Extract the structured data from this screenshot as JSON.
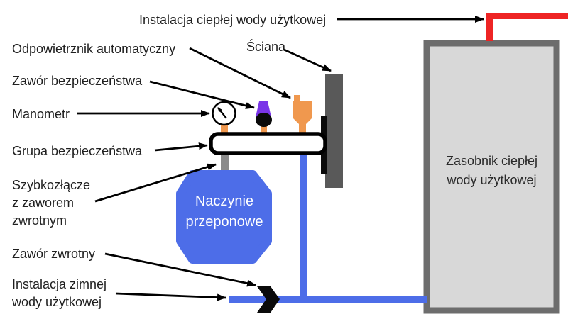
{
  "diagram": {
    "hot_water_label": "Instalacja ciepłej wody użytkowej",
    "wall_label": "Ściana",
    "air_vent_label": "Odpowietrznik automatyczny",
    "safety_valve_label": "Zawór bezpieczeństwa",
    "manometer_label": "Manometr",
    "safety_group_label": "Grupa bezpieczeństwa",
    "quick_coupling_label_line1": "Szybkozłącze",
    "quick_coupling_label_line2": "z zaworem",
    "quick_coupling_label_line3": "zwrotnym",
    "check_valve_label": "Zawór zwrotny",
    "cold_water_label_line1": "Instalacja zimnej",
    "cold_water_label_line2": "wody użytkowej",
    "expansion_vessel_line1": "Naczynie",
    "expansion_vessel_line2": "przeponowe",
    "tank_line1": "Zasobnik ciepłej",
    "tank_line2": "wody użytkowej",
    "colors": {
      "hot_pipe_red": "#ee2424",
      "cold_pipe_blue": "#4d6de8",
      "vessel_blue": "#4d6de8",
      "fitting_orange": "#f0984e",
      "valve_purple": "#7a35e8",
      "wall_gray": "#595959",
      "tank_fill": "#d8d8d8",
      "tank_border": "#6d6d6d",
      "coupling_gray": "#8a8a8a",
      "line_black": "#000000"
    }
  }
}
